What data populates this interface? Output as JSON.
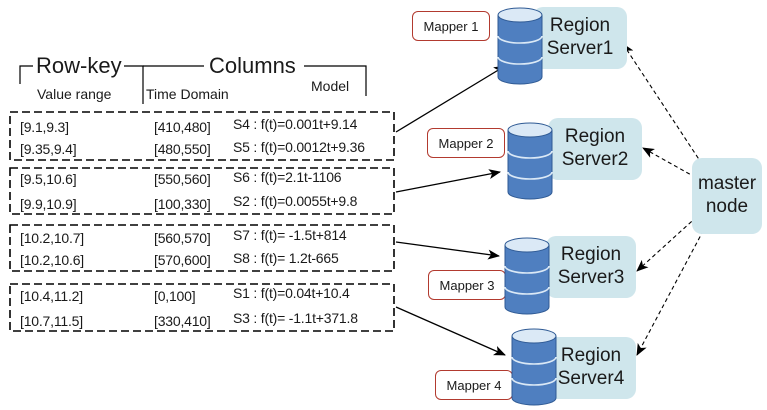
{
  "header": {
    "row_key": "Row-key",
    "columns": "Columns",
    "value_range": "Value range",
    "time_domain": "Time Domain",
    "model": "Model"
  },
  "groups": [
    {
      "rows": [
        {
          "range": "[9.1,9.3]",
          "time": "[410,480]",
          "model": "S4 : f(t)=0.001t+9.14"
        },
        {
          "range": "[9.35,9.4]",
          "time": "[480,550]",
          "model": "S5 : f(t)=0.0012t+9.36"
        }
      ]
    },
    {
      "rows": [
        {
          "range": "[9.5,10.6]",
          "time": "[550,560]",
          "model": "S6 : f(t)=2.1t-1106"
        },
        {
          "range": "[9.9,10.9]",
          "time": "[100,330]",
          "model": "S2 : f(t)=0.0055t+9.8"
        }
      ]
    },
    {
      "rows": [
        {
          "range": "[10.2,10.7]",
          "time": "[560,570]",
          "model": "S7 : f(t)= -1.5t+814"
        },
        {
          "range": "[10.2,10.6]",
          "time": "[570,600]",
          "model": "S8 : f(t)= 1.2t-665"
        }
      ]
    },
    {
      "rows": [
        {
          "range": "[10.4,11.2]",
          "time": "[0,100]",
          "model": "S1 : f(t)=0.04t+10.4"
        },
        {
          "range": "[10.7,11.5]",
          "time": "[330,410]",
          "model": "S3 : f(t)= -1.1t+371.8"
        }
      ]
    }
  ],
  "mappers": [
    "Mapper 1",
    "Mapper 2",
    "Mapper 3",
    "Mapper 4"
  ],
  "region_servers": [
    {
      "line1": "Region",
      "line2": "Server1"
    },
    {
      "line1": "Region",
      "line2": "Server2"
    },
    {
      "line1": "Region",
      "line2": "Server3"
    },
    {
      "line1": "Region",
      "line2": "Server4"
    }
  ],
  "master": {
    "line1": "master",
    "line2": "node"
  },
  "colors": {
    "server_fill": "#cfe6ec",
    "db_top": "#dbe9f6",
    "db_body": "#4f7fc0",
    "mapper_border": "#b23a2f",
    "line": "#000000"
  },
  "icons": {
    "database": "database-icon",
    "arrow": "arrow-icon",
    "dashed_arrow": "dashed-arrow-icon"
  }
}
